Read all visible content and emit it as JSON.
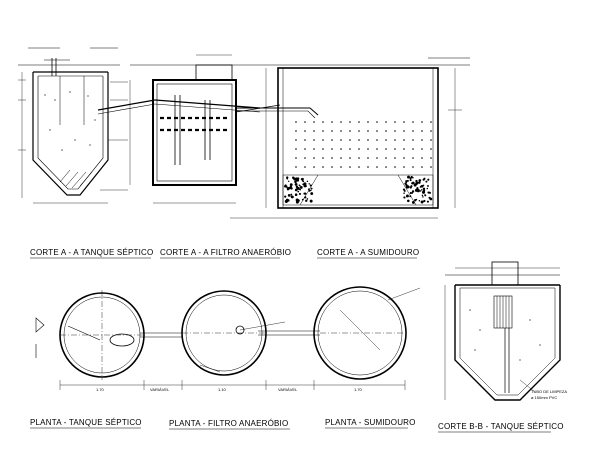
{
  "titles": {
    "corte_aa_tanque": "CORTE A - A   TANQUE SÉPTICO",
    "corte_aa_filtro": "CORTE A - A  FILTRO ANAERÓBIO",
    "corte_aa_sumidouro": "CORTE A - A   SUMIDOURO",
    "planta_tanque": "PLANTA - TANQUE SÉPTICO",
    "planta_filtro": "PLANTA - FILTRO ANAERÓBIO",
    "planta_sumidouro": "PLANTA - SUMIDOURO",
    "corte_bb_tanque": "CORTE  B-B - TANQUE SÉPTICO"
  },
  "dimensions": {
    "d1": "1.70",
    "d2": "VARIÁVEL",
    "d3": "1.10",
    "d4": "VARIÁVEL",
    "d5": "1.70"
  },
  "notes": {
    "tubo_limpeza_1": "TUBO DE LIMPEZA",
    "tubo_limpeza_2": "ø 150mm PVC"
  },
  "colors": {
    "line": "#000000",
    "background": "#ffffff"
  }
}
